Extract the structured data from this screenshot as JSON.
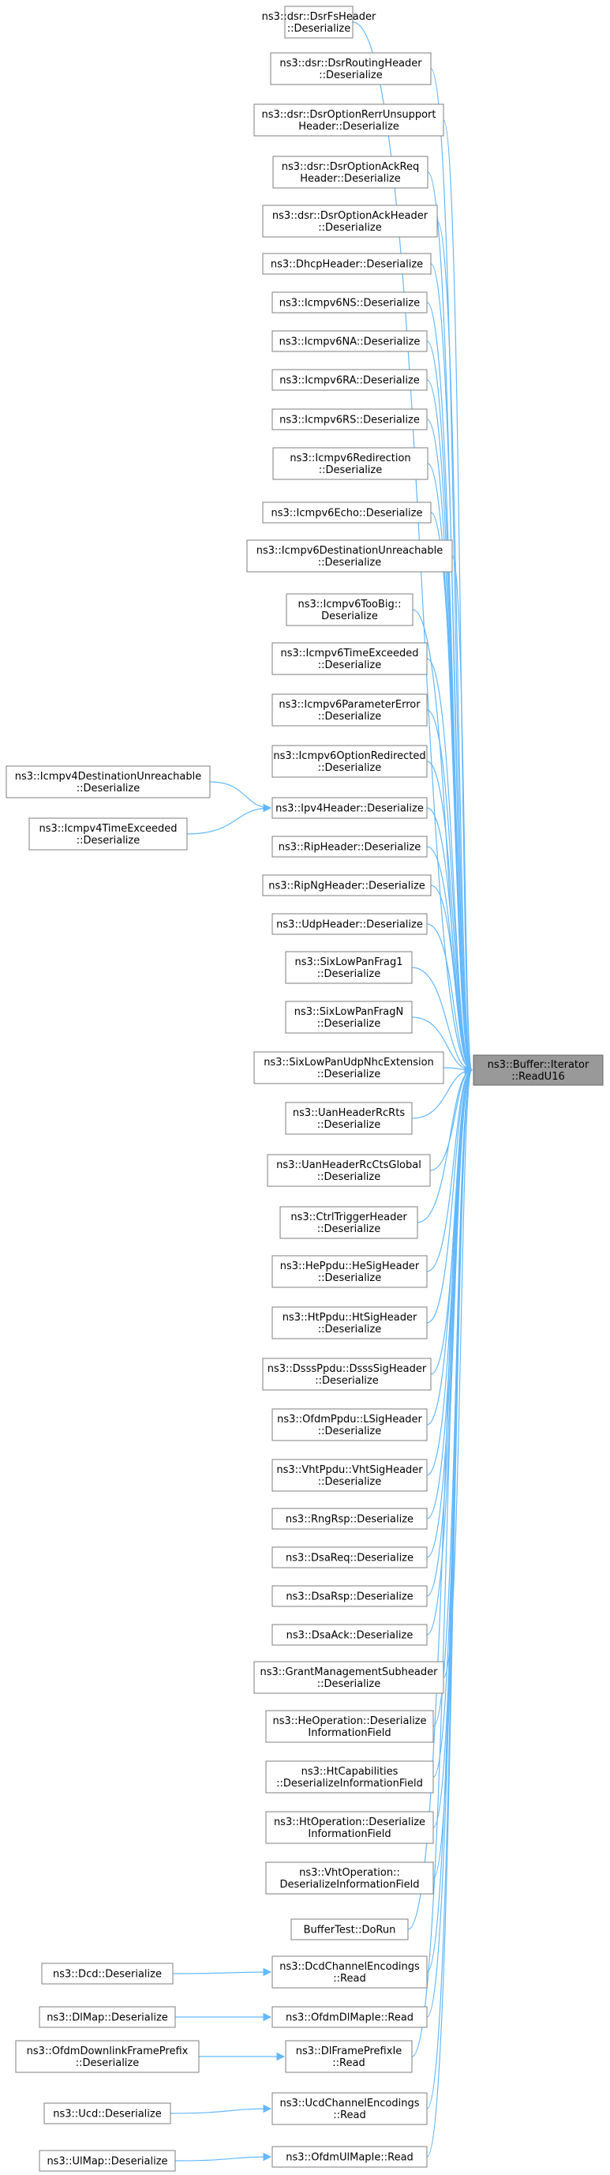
{
  "diagram": {
    "type": "call-graph",
    "target": "ns3::Buffer::Iterator\n::ReadU16",
    "colors": {
      "edge": "#63b8ff",
      "node_border": "#7f7f7f",
      "target_fill": "#999999"
    },
    "callers": [
      {
        "id": "c1",
        "label": "ns3::dsr::DsrFsHeader\n::Deserialize"
      },
      {
        "id": "c2",
        "label": "ns3::dsr::DsrRoutingHeader\n::Deserialize"
      },
      {
        "id": "c3",
        "label": "ns3::dsr::DsrOptionRerrUnsupport\nHeader::Deserialize"
      },
      {
        "id": "c4",
        "label": "ns3::dsr::DsrOptionAckReq\nHeader::Deserialize"
      },
      {
        "id": "c5",
        "label": "ns3::dsr::DsrOptionAckHeader\n::Deserialize"
      },
      {
        "id": "c6",
        "label": "ns3::DhcpHeader::Deserialize"
      },
      {
        "id": "c7",
        "label": "ns3::Icmpv6NS::Deserialize"
      },
      {
        "id": "c8",
        "label": "ns3::Icmpv6NA::Deserialize"
      },
      {
        "id": "c9",
        "label": "ns3::Icmpv6RA::Deserialize"
      },
      {
        "id": "c10",
        "label": "ns3::Icmpv6RS::Deserialize"
      },
      {
        "id": "c11",
        "label": "ns3::Icmpv6Redirection\n::Deserialize"
      },
      {
        "id": "c12",
        "label": "ns3::Icmpv6Echo::Deserialize"
      },
      {
        "id": "c13",
        "label": "ns3::Icmpv6DestinationUnreachable\n::Deserialize"
      },
      {
        "id": "c14",
        "label": "ns3::Icmpv6TooBig::\nDeserialize"
      },
      {
        "id": "c15",
        "label": "ns3::Icmpv6TimeExceeded\n::Deserialize"
      },
      {
        "id": "c16",
        "label": "ns3::Icmpv6ParameterError\n::Deserialize"
      },
      {
        "id": "c17",
        "label": "ns3::Icmpv6OptionRedirected\n::Deserialize"
      },
      {
        "id": "c18",
        "label": "ns3::Ipv4Header::Deserialize"
      },
      {
        "id": "c19",
        "label": "ns3::RipHeader::Deserialize"
      },
      {
        "id": "c20",
        "label": "ns3::RipNgHeader::Deserialize"
      },
      {
        "id": "c21",
        "label": "ns3::UdpHeader::Deserialize"
      },
      {
        "id": "c22",
        "label": "ns3::SixLowPanFrag1\n::Deserialize"
      },
      {
        "id": "c23",
        "label": "ns3::SixLowPanFragN\n::Deserialize"
      },
      {
        "id": "c24",
        "label": "ns3::SixLowPanUdpNhcExtension\n::Deserialize"
      },
      {
        "id": "c25",
        "label": "ns3::UanHeaderRcRts\n::Deserialize"
      },
      {
        "id": "c26",
        "label": "ns3::UanHeaderRcCtsGlobal\n::Deserialize"
      },
      {
        "id": "c27",
        "label": "ns3::CtrlTriggerHeader\n::Deserialize"
      },
      {
        "id": "c28",
        "label": "ns3::HePpdu::HeSigHeader\n::Deserialize"
      },
      {
        "id": "c29",
        "label": "ns3::HtPpdu::HtSigHeader\n::Deserialize"
      },
      {
        "id": "c30",
        "label": "ns3::DsssPpdu::DsssSigHeader\n::Deserialize"
      },
      {
        "id": "c31",
        "label": "ns3::OfdmPpdu::LSigHeader\n::Deserialize"
      },
      {
        "id": "c32",
        "label": "ns3::VhtPpdu::VhtSigHeader\n::Deserialize"
      },
      {
        "id": "c33",
        "label": "ns3::RngRsp::Deserialize"
      },
      {
        "id": "c34",
        "label": "ns3::DsaReq::Deserialize"
      },
      {
        "id": "c35",
        "label": "ns3::DsaRsp::Deserialize"
      },
      {
        "id": "c36",
        "label": "ns3::DsaAck::Deserialize"
      },
      {
        "id": "c37",
        "label": "ns3::GrantManagementSubheader\n::Deserialize"
      },
      {
        "id": "c38",
        "label": "ns3::HeOperation::Deserialize\nInformationField"
      },
      {
        "id": "c39",
        "label": "ns3::HtCapabilities\n::DeserializeInformationField"
      },
      {
        "id": "c40",
        "label": "ns3::HtOperation::Deserialize\nInformationField"
      },
      {
        "id": "c41",
        "label": "ns3::VhtOperation::\nDeserializeInformationField"
      },
      {
        "id": "c42",
        "label": "BufferTest::DoRun"
      },
      {
        "id": "c43",
        "label": "ns3::DcdChannelEncodings\n::Read"
      },
      {
        "id": "c44",
        "label": "ns3::OfdmDlMapIe::Read"
      },
      {
        "id": "c45",
        "label": "ns3::DlFramePrefixIe\n::Read"
      },
      {
        "id": "c46",
        "label": "ns3::UcdChannelEncodings\n::Read"
      },
      {
        "id": "c47",
        "label": "ns3::OfdmUlMapIe::Read"
      }
    ],
    "second_level": [
      {
        "id": "s1",
        "label": "ns3::Icmpv4DestinationUnreachable\n::Deserialize",
        "calls": "c18"
      },
      {
        "id": "s2",
        "label": "ns3::Icmpv4TimeExceeded\n::Deserialize",
        "calls": "c18"
      },
      {
        "id": "s3",
        "label": "ns3::Dcd::Deserialize",
        "calls": "c43"
      },
      {
        "id": "s4",
        "label": "ns3::DlMap::Deserialize",
        "calls": "c44"
      },
      {
        "id": "s5",
        "label": "ns3::OfdmDownlinkFramePrefix\n::Deserialize",
        "calls": "c45"
      },
      {
        "id": "s6",
        "label": "ns3::Ucd::Deserialize",
        "calls": "c46"
      },
      {
        "id": "s7",
        "label": "ns3::UlMap::Deserialize",
        "calls": "c47"
      }
    ]
  }
}
